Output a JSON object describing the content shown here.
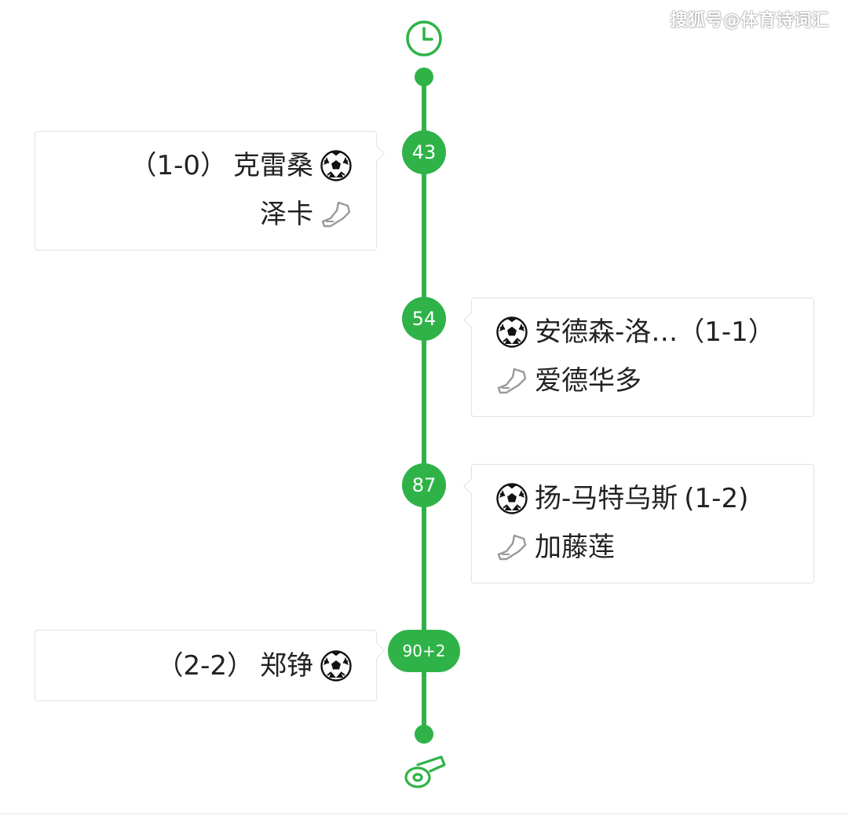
{
  "watermark": "搜狐号@体育诗词汇",
  "colors": {
    "accent": "#2fb348",
    "card_border": "#e3e3e3",
    "text": "#222222"
  },
  "icons": {
    "start": "clock-icon",
    "goal": "soccer-ball-icon",
    "assist": "boot-icon",
    "end": "whistle-icon"
  },
  "events": [
    {
      "minute": "43",
      "side": "left",
      "scorer": "克雷桑",
      "score": "（1-0）",
      "assist": "泽卡"
    },
    {
      "minute": "54",
      "side": "right",
      "scorer": "安德森-洛…",
      "score": "（1-1）",
      "assist": "爱德华多"
    },
    {
      "minute": "87",
      "side": "right",
      "scorer": "扬-马特乌斯",
      "score": "(1-2)",
      "assist": "加藤莲"
    },
    {
      "minute": "90+2",
      "side": "left",
      "scorer": "郑铮",
      "score": "（2-2）",
      "assist": ""
    }
  ]
}
